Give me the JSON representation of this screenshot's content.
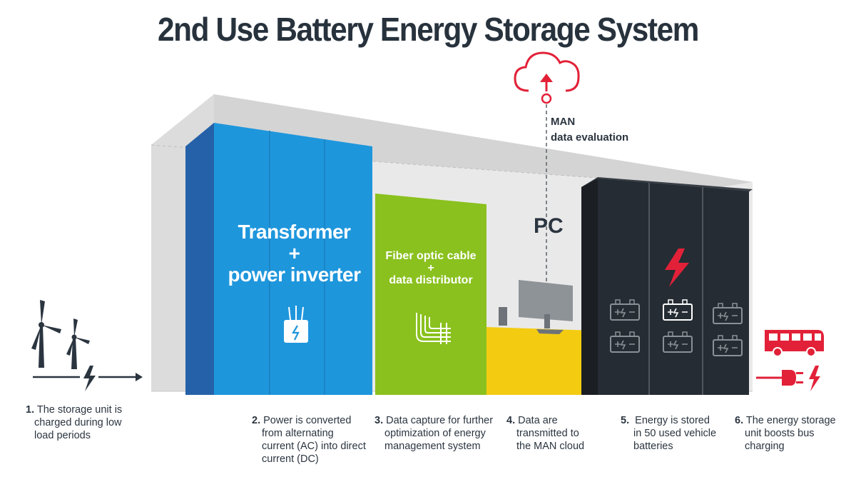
{
  "title": "2nd Use Battery Energy Storage System",
  "colors": {
    "dark": "#2b3540",
    "blue": "#1e96dc",
    "green": "#8ac11e",
    "yellow": "#f3cc12",
    "black": "#262c33",
    "red": "#e22138",
    "grey": "#d9d9d9"
  },
  "blocks": {
    "transformer": {
      "line1": "Transformer",
      "line2": "+",
      "line3": "power inverter"
    },
    "fiber": {
      "line1": "Fiber optic cable",
      "line2": "+",
      "line3": "data distributor"
    },
    "pc": "PC",
    "man": {
      "line1": "MAN",
      "line2": "data evaluation"
    }
  },
  "steps": [
    {
      "num": "1.",
      "text1": "The storage unit is",
      "text2": "charged during low",
      "text3": "load periods"
    },
    {
      "num": "2.",
      "text1": "Power is converted",
      "text2": "from alternating",
      "text3": "current (AC) into direct",
      "text4": "current (DC)"
    },
    {
      "num": "3.",
      "text1": "Data capture for further",
      "text2": "optimization of energy",
      "text3": "management system"
    },
    {
      "num": "4.",
      "text1": "Data are",
      "text2": "transmitted to",
      "text3": "the MAN cloud"
    },
    {
      "num": "5.",
      "text1": "Energy is stored",
      "text2": "in 50 used vehicle",
      "text3": "batteries"
    },
    {
      "num": "6.",
      "text1": "The energy storage",
      "text2": "unit boosts bus",
      "text3": "charging"
    }
  ],
  "icons": [
    "wind-turbine-icon",
    "lightning-icon",
    "arrow-right-icon",
    "transformer-icon",
    "fiber-cable-icon",
    "monitor-icon",
    "cloud-upload-icon",
    "battery-icon",
    "bus-icon",
    "plug-icon"
  ]
}
